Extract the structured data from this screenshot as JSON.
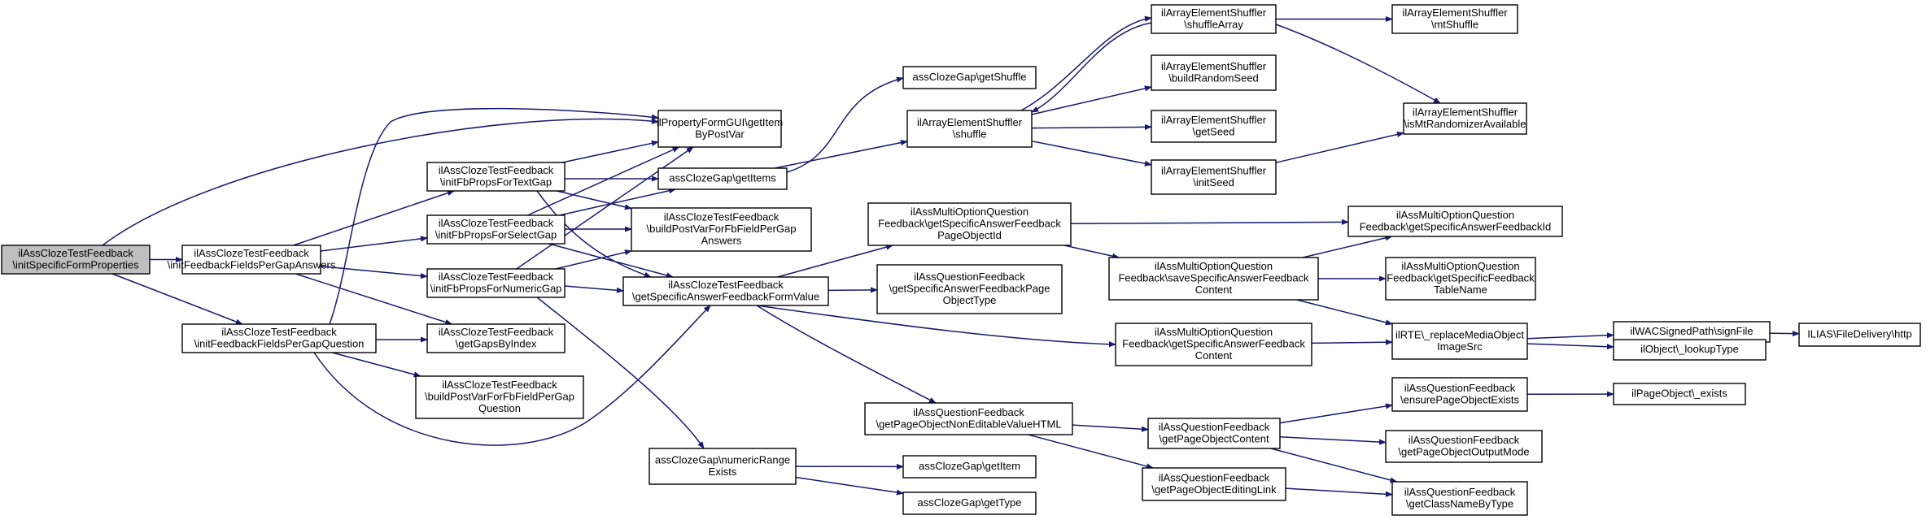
{
  "colors": {
    "edge": "#191970",
    "root_fill": "#bfbfbf",
    "node_fill": "#ffffff",
    "border": "#000000"
  },
  "nodes": [
    {
      "id": "root",
      "lines": [
        "ilAssClozeTestFeedback",
        "\\initSpecificFormProperties"
      ]
    },
    {
      "id": "initPerGapAnswers",
      "lines": [
        "ilAssClozeTestFeedback",
        "\\initFeedbackFieldsPerGapAnswers"
      ]
    },
    {
      "id": "initPerGapQuestion",
      "lines": [
        "ilAssClozeTestFeedback",
        "\\initFeedbackFieldsPerGapQuestion"
      ]
    },
    {
      "id": "textGap",
      "lines": [
        "ilAssClozeTestFeedback",
        "\\initFbPropsForTextGap"
      ]
    },
    {
      "id": "selectGap",
      "lines": [
        "ilAssClozeTestFeedback",
        "\\initFbPropsForSelectGap"
      ]
    },
    {
      "id": "numericGap",
      "lines": [
        "ilAssClozeTestFeedback",
        "\\initFbPropsForNumericGap"
      ]
    },
    {
      "id": "gapsByIndex",
      "lines": [
        "ilAssClozeTestFeedback",
        "\\getGapsByIndex"
      ]
    },
    {
      "id": "postVarQuestion",
      "lines": [
        "ilAssClozeTestFeedback",
        "\\buildPostVarForFbFieldPerGap",
        "Question"
      ]
    },
    {
      "id": "propForm",
      "lines": [
        "ilPropertyFormGUI\\getItem",
        "ByPostVar"
      ]
    },
    {
      "id": "gapGetItems",
      "lines": [
        "assClozeGap\\getItems"
      ]
    },
    {
      "id": "postVarAnswers",
      "lines": [
        "ilAssClozeTestFeedback",
        "\\buildPostVarForFbFieldPerGap",
        "Answers"
      ]
    },
    {
      "id": "formValue",
      "lines": [
        "ilAssClozeTestFeedback",
        "\\getSpecificAnswerFeedbackFormValue"
      ]
    },
    {
      "id": "numRange",
      "lines": [
        "assClozeGap\\numericRange",
        "Exists"
      ]
    },
    {
      "id": "gapGetShuffle",
      "lines": [
        "assClozeGap\\getShuffle"
      ]
    },
    {
      "id": "shuffle",
      "lines": [
        "ilArrayElementShuffler",
        "\\shuffle"
      ]
    },
    {
      "id": "pageObjId",
      "lines": [
        "ilAssMultiOptionQuestion",
        "Feedback\\getSpecificAnswerFeedback",
        "PageObjectId"
      ]
    },
    {
      "id": "pageObjType",
      "lines": [
        "ilAssQuestionFeedback",
        "\\getSpecificAnswerFeedbackPage",
        "ObjectType"
      ]
    },
    {
      "id": "nonEditable",
      "lines": [
        "ilAssQuestionFeedback",
        "\\getPageObjectNonEditableValueHTML"
      ]
    },
    {
      "id": "gapGetItem",
      "lines": [
        "assClozeGap\\getItem"
      ]
    },
    {
      "id": "gapGetType",
      "lines": [
        "assClozeGap\\getType"
      ]
    },
    {
      "id": "shuffleArray",
      "lines": [
        "ilArrayElementShuffler",
        "\\shuffleArray"
      ]
    },
    {
      "id": "buildSeed",
      "lines": [
        "ilArrayElementShuffler",
        "\\buildRandomSeed"
      ]
    },
    {
      "id": "getSeed",
      "lines": [
        "ilArrayElementShuffler",
        "\\getSeed"
      ]
    },
    {
      "id": "initSeed",
      "lines": [
        "ilArrayElementShuffler",
        "\\initSeed"
      ]
    },
    {
      "id": "saveContent",
      "lines": [
        "ilAssMultiOptionQuestion",
        "Feedback\\saveSpecificAnswerFeedback",
        "Content"
      ]
    },
    {
      "id": "getContent",
      "lines": [
        "ilAssMultiOptionQuestion",
        "Feedback\\getSpecificAnswerFeedback",
        "Content"
      ]
    },
    {
      "id": "pageContent",
      "lines": [
        "ilAssQuestionFeedback",
        "\\getPageObjectContent"
      ]
    },
    {
      "id": "editingLink",
      "lines": [
        "ilAssQuestionFeedback",
        "\\getPageObjectEditingLink"
      ]
    },
    {
      "id": "mtShuffle",
      "lines": [
        "ilArrayElementShuffler",
        "\\mtShuffle"
      ]
    },
    {
      "id": "mtAvail",
      "lines": [
        "ilArrayElementShuffler",
        "\\isMtRandomizerAvailable"
      ]
    },
    {
      "id": "feedbackId",
      "lines": [
        "ilAssMultiOptionQuestion",
        "Feedback\\getSpecificAnswerFeedbackId"
      ]
    },
    {
      "id": "tableName",
      "lines": [
        "ilAssMultiOptionQuestion",
        "Feedback\\getSpecificFeedback",
        "TableName"
      ]
    },
    {
      "id": "replaceMedia",
      "lines": [
        "ilRTE\\_replaceMediaObject",
        "ImageSrc"
      ]
    },
    {
      "id": "ensureExists",
      "lines": [
        "ilAssQuestionFeedback",
        "\\ensurePageObjectExists"
      ]
    },
    {
      "id": "outputMode",
      "lines": [
        "ilAssQuestionFeedback",
        "\\getPageObjectOutputMode"
      ]
    },
    {
      "id": "classByType",
      "lines": [
        "ilAssQuestionFeedback",
        "\\getClassNameByType"
      ]
    },
    {
      "id": "signFile",
      "lines": [
        "ilWACSignedPath\\signFile"
      ]
    },
    {
      "id": "lookupType",
      "lines": [
        "ilObject\\_lookupType"
      ]
    },
    {
      "id": "pageExists",
      "lines": [
        "ilPageObject\\_exists"
      ]
    },
    {
      "id": "fileDelivery",
      "lines": [
        "ILIAS\\FileDelivery\\http"
      ]
    }
  ]
}
